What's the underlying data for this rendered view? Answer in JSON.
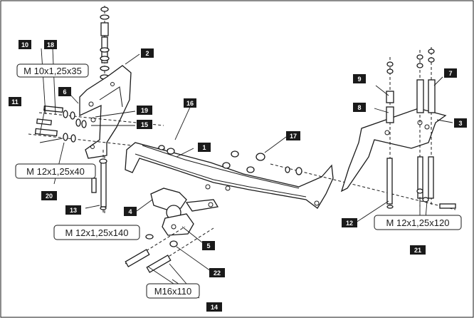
{
  "diagram": {
    "callouts": {
      "c1": "1",
      "c2": "2",
      "c3": "3",
      "c4": "4",
      "c5": "5",
      "c6": "6",
      "c7": "7",
      "c8": "8",
      "c9": "9",
      "c10": "10",
      "c11": "11",
      "c12": "12",
      "c13": "13",
      "c14": "14",
      "c15": "15",
      "c16": "16",
      "c17": "17",
      "c18": "18",
      "c19": "19",
      "c20": "20",
      "c21": "21",
      "c22": "22"
    },
    "dimensions": {
      "m10": "M 10x1,25x35",
      "m12_40": "M 12x1,25x40",
      "m12_140": "M 12x1,25x140",
      "m12_120": "M 12x1,25x120",
      "m16": "M16x110"
    }
  }
}
